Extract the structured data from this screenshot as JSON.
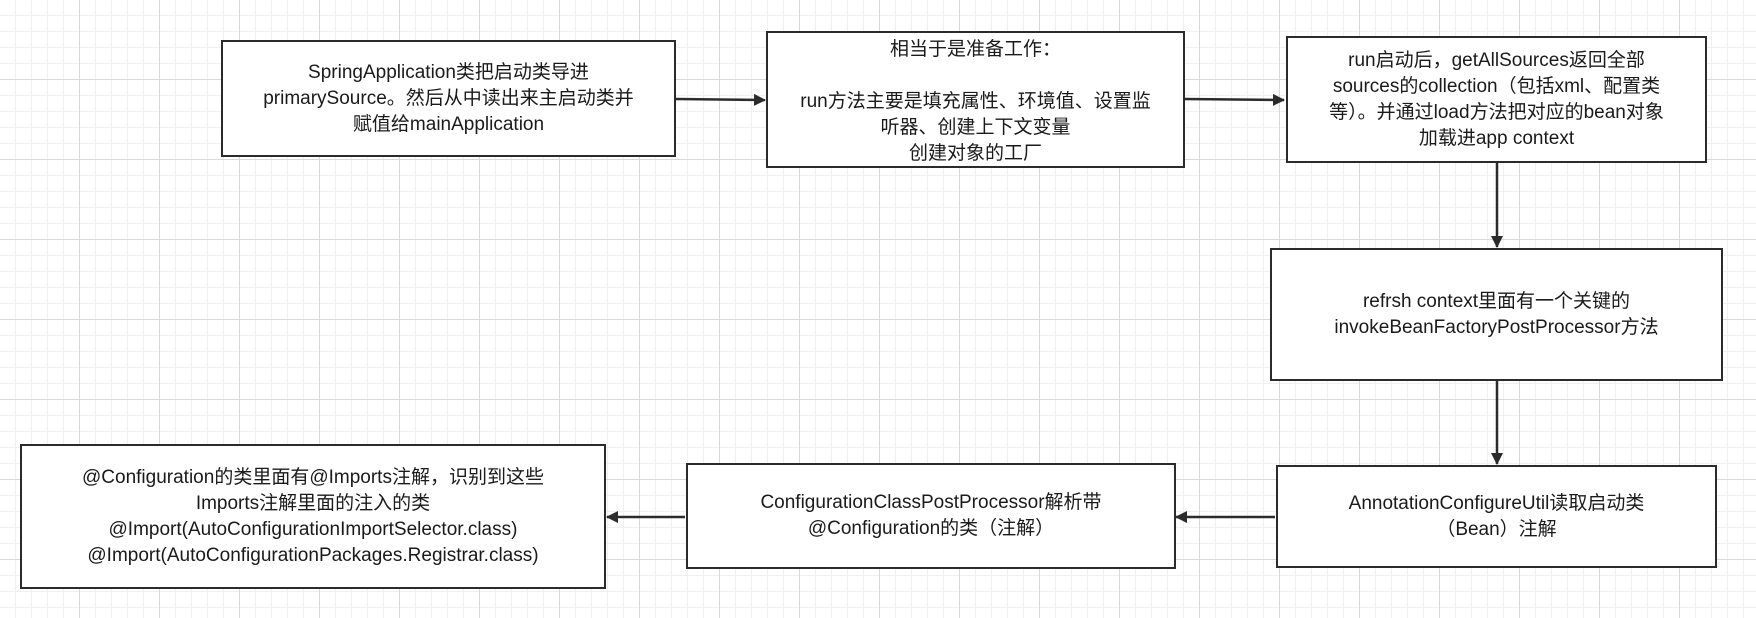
{
  "nodes": {
    "spring_application": "SpringApplication类把启动类导进\nprimarySource。然后从中读出来主启动类并\n赋值给mainApplication",
    "preparation": "相当于是准备工作：\n\nrun方法主要是填充属性、环境值、设置监\n听器、创建上下文变量\n创建对象的工厂",
    "run_started": "run启动后，getAllSources返回全部\nsources的collection（包括xml、配置类\n等）。并通过load方法把对应的bean对象\n加载进app context",
    "refresh_context": "refrsh context里面有一个关键的\ninvokeBeanFactoryPostProcessor方法",
    "annotation_configure_util": "AnnotationConfigureUtil读取启动类\n（Bean）注解",
    "configuration_class_post_processor": "ConfigurationClassPostProcessor解析带\n@Configuration的类（注解）",
    "configuration_imports": "@Configuration的类里面有@Imports注解，识别到这些\nImports注解里面的注入的类\n@Import(AutoConfigurationImportSelector.class)\n@Import(AutoConfigurationPackages.Registrar.class)"
  },
  "colors": {
    "stroke": "#2b2b2b",
    "text": "#1a1a1a",
    "grid_major": "#d9d9d9",
    "grid_minor": "#f0f0f0"
  }
}
